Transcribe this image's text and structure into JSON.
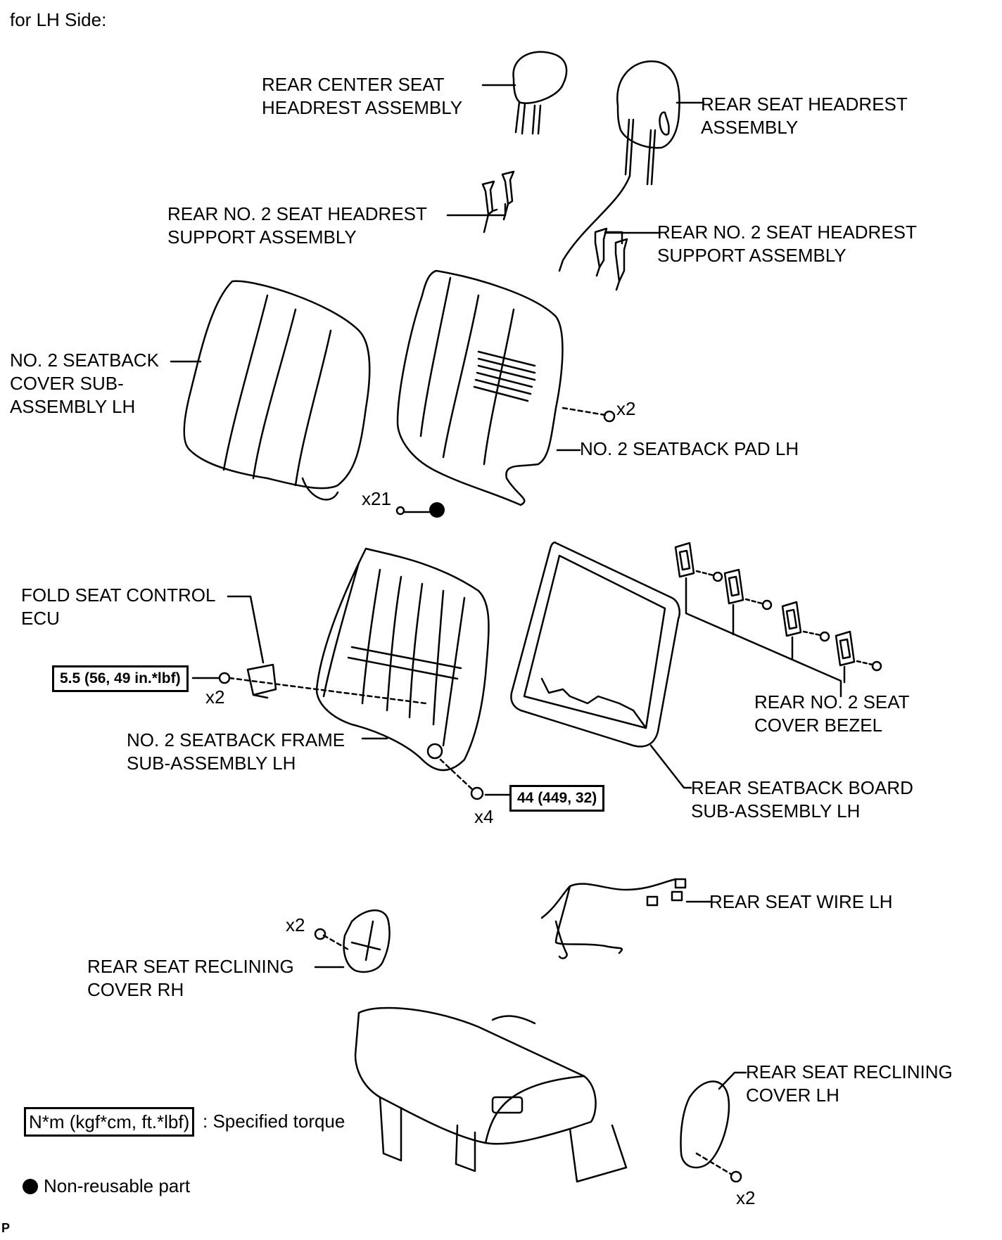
{
  "header": {
    "side_text": "for LH Side:"
  },
  "labels": {
    "rear_center_seat_headrest": "REAR CENTER SEAT\nHEADREST ASSEMBLY",
    "rear_seat_headrest": "REAR SEAT HEADREST\nASSEMBLY",
    "headrest_support_left": "REAR NO. 2 SEAT HEADREST\nSUPPORT ASSEMBLY",
    "headrest_support_right": "REAR NO. 2 SEAT HEADREST\nSUPPORT ASSEMBLY",
    "seatback_cover": "NO. 2 SEATBACK\nCOVER SUB-\nASSEMBLY LH",
    "seatback_pad": "NO. 2 SEATBACK PAD LH",
    "fold_seat_control_ecu": "FOLD SEAT CONTROL\nECU",
    "seatback_frame": "NO. 2 SEATBACK FRAME\nSUB-ASSEMBLY LH",
    "seat_cover_bezel": "REAR NO. 2 SEAT\nCOVER BEZEL",
    "seatback_board": "REAR SEATBACK BOARD\nSUB-ASSEMBLY LH",
    "rear_seat_wire": "REAR SEAT WIRE LH",
    "reclining_cover_rh": "REAR SEAT RECLINING\nCOVER RH",
    "reclining_cover_lh": "REAR SEAT RECLINING\nCOVER LH"
  },
  "quantities": {
    "pad_screw": "x2",
    "hog_rings": "x21",
    "ecu_nut": "x2",
    "frame_bolt": "x4",
    "rh_cover_screw": "x2",
    "lh_cover_screw": "x2"
  },
  "torques": {
    "ecu_nut": "5.5 (56, 49 in.*lbf)",
    "frame_bolt": "44 (449, 32)"
  },
  "legend": {
    "torque_box": "N*m (kgf*cm, ft.*lbf)",
    "torque_text": ": Specified torque",
    "nonreusable_text": "Non-reusable part"
  },
  "corner_mark": "P"
}
